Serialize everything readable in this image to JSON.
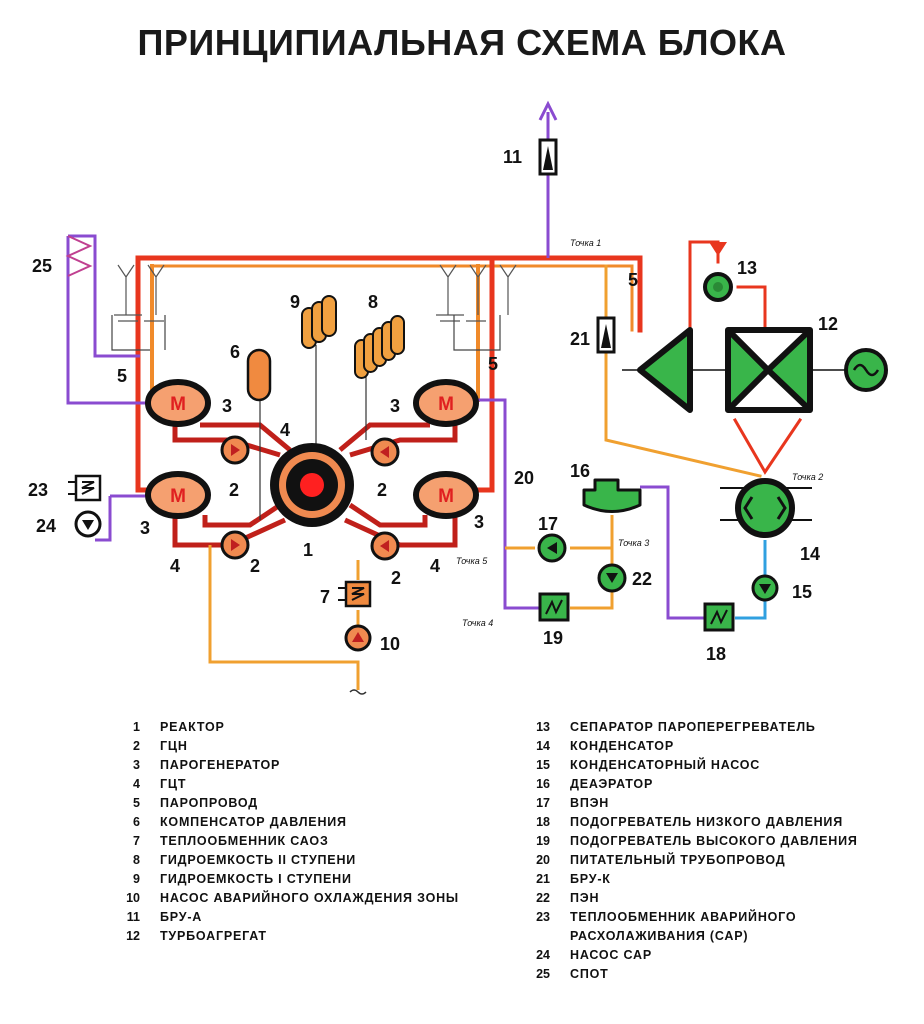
{
  "title": "ПРИНЦИПИАЛЬНАЯ СХЕМА БЛОКА",
  "colors": {
    "steam_red": "#e8361e",
    "steam_orange": "#f08a2a",
    "purple": "#8a4bd0",
    "orange_water": "#f0a030",
    "blue_water": "#30a0e0",
    "green": "#39b54a",
    "sg_fill": "#f5a070",
    "tank_orange": "#f0a040"
  },
  "labels": {
    "n1": "1",
    "n2a": "2",
    "n2b": "2",
    "n2c": "2",
    "n2d": "2",
    "n3a": "3",
    "n3b": "3",
    "n3c": "3",
    "n3d": "3",
    "n4a": "4",
    "n4b": "4",
    "n4c": "4",
    "n5a": "5",
    "n5b": "5",
    "n5c": "5",
    "n6": "6",
    "n7": "7",
    "n8": "8",
    "n9": "9",
    "n10": "10",
    "n11": "11",
    "n12": "12",
    "n13": "13",
    "n14": "14",
    "n15": "15",
    "n16": "16",
    "n17": "17",
    "n18": "18",
    "n19": "19",
    "n20": "20",
    "n21": "21",
    "n22": "22",
    "n23": "23",
    "n24": "24",
    "n25": "25",
    "m1": "M",
    "m2": "M",
    "m3": "M",
    "m4": "M",
    "t1": "Точка 1",
    "t2": "Точка 2",
    "t3": "Точка 3",
    "t4": "Точка 4",
    "t5": "Точка 5"
  },
  "legend_left": [
    {
      "num": "1",
      "text": "РЕАКТОР"
    },
    {
      "num": "2",
      "text": "ГЦН"
    },
    {
      "num": "3",
      "text": "ПАРОГЕНЕРАТОР"
    },
    {
      "num": "4",
      "text": "ГЦТ"
    },
    {
      "num": "5",
      "text": "ПАРОПРОВОД"
    },
    {
      "num": "6",
      "text": "КОМПЕНСАТОР ДАВЛЕНИЯ"
    },
    {
      "num": "7",
      "text": "ТЕПЛООБМЕННИК САОЗ"
    },
    {
      "num": "8",
      "text": "ГИДРОЕМКОСТЬ II СТУПЕНИ"
    },
    {
      "num": "9",
      "text": "ГИДРОЕМКОСТЬ I СТУПЕНИ"
    },
    {
      "num": "10",
      "text": "НАСОС АВАРИЙНОГО ОХЛАЖДЕНИЯ ЗОНЫ"
    },
    {
      "num": "11",
      "text": "БРУ-А"
    },
    {
      "num": "12",
      "text": "ТУРБОАГРЕГАТ"
    }
  ],
  "legend_right": [
    {
      "num": "13",
      "text": "СЕПАРАТОР ПАРОПЕРЕГРЕВАТЕЛЬ"
    },
    {
      "num": "14",
      "text": "КОНДЕНСАТОР"
    },
    {
      "num": "15",
      "text": "КОНДЕНСАТОРНЫЙ НАСОС"
    },
    {
      "num": "16",
      "text": "ДЕАЭРАТОР"
    },
    {
      "num": "17",
      "text": "ВПЭН"
    },
    {
      "num": "18",
      "text": "ПОДОГРЕВАТЕЛЬ НИЗКОГО ДАВЛЕНИЯ"
    },
    {
      "num": "19",
      "text": "ПОДОГРЕВАТЕЛЬ ВЫСОКОГО ДАВЛЕНИЯ"
    },
    {
      "num": "20",
      "text": "ПИТАТЕЛЬНЫЙ ТРУБОПРОВОД"
    },
    {
      "num": "21",
      "text": "БРУ-К"
    },
    {
      "num": "22",
      "text": "ПЭН"
    },
    {
      "num": "23",
      "text": "ТЕПЛООБМЕННИК АВАРИЙНОГО РАСХОЛАЖИВАНИЯ (САР)"
    },
    {
      "num": "24",
      "text": "НАСОС САР"
    },
    {
      "num": "25",
      "text": "СПОТ"
    }
  ]
}
